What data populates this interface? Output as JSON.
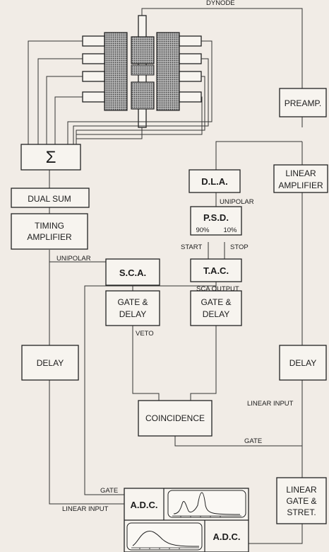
{
  "labels": {
    "dynode": "DYNODE",
    "preamp": "PREAMP.",
    "sum_symbol": "Σ",
    "dual_sum": "DUAL SUM",
    "timing_amp_1": "TIMING",
    "timing_amp_2": "AMPLIFIER",
    "dla": "D.L.A.",
    "linear_amp_1": "LINEAR",
    "linear_amp_2": "AMPLIFIER",
    "unipolar_1": "UNIPOLAR",
    "psd": "P.S.D.",
    "psd_90": "90%",
    "psd_10": "10%",
    "start": "START",
    "stop": "STOP",
    "unipolar_2": "UNIPOLAR",
    "sca": "S.C.A.",
    "tac": "T.A.C.",
    "sca_output": "SCA OUTPUT",
    "delay_left": "DELAY",
    "delay_right": "DELAY",
    "gate_delay_1a": "GATE &",
    "gate_delay_1b": "DELAY",
    "gate_delay_2a": "GATE &",
    "gate_delay_2b": "DELAY",
    "veto": "VETO",
    "linear_input_right": "LINEAR INPUT",
    "coincidence": "COINCIDENCE",
    "gate_mid": "GATE",
    "gate_left": "GATE",
    "linear_input_left": "LINEAR INPUT",
    "adc_top": "A.D.C.",
    "adc_bottom": "A.D.C.",
    "linear_gate_1": "LINEAR",
    "linear_gate_2": "GATE &",
    "linear_gate_3": "STRET."
  },
  "colors": {
    "background": "#f1ece6",
    "box_fill": "#f7f4ef",
    "line": "#333333",
    "crystal_fill": "#8c8c8c"
  },
  "icons": [
    "sum-icon",
    "spectrum-peaks-icon",
    "spectrum-broad-icon"
  ]
}
